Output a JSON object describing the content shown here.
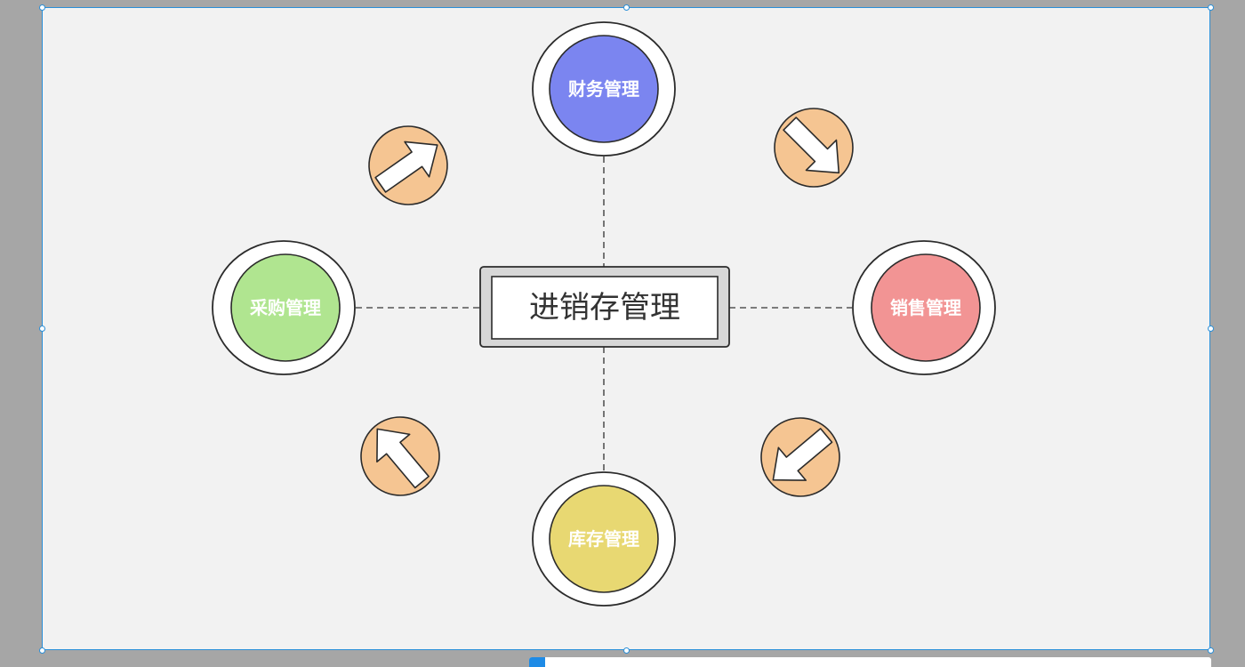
{
  "diagram": {
    "center": {
      "label": "进销存管理"
    },
    "nodes": {
      "finance": {
        "label": "财务管理",
        "color": "#7b85f0"
      },
      "purchase": {
        "label": "采购管理",
        "color": "#b0e590"
      },
      "sales": {
        "label": "销售管理",
        "color": "#f29494"
      },
      "inventory": {
        "label": "库存管理",
        "color": "#e8d872"
      }
    },
    "arrows": [
      {
        "icon": "arrow-up-right-icon",
        "color": "#f5c592"
      },
      {
        "icon": "arrow-down-right-icon",
        "color": "#f5c592"
      },
      {
        "icon": "arrow-down-left-icon",
        "color": "#f5c592"
      },
      {
        "icon": "arrow-up-left-icon",
        "color": "#f5c592"
      }
    ],
    "outline_color": "#2b2b2b",
    "connector_color": "#555555"
  },
  "canvas": {
    "background": "#f2f2f2",
    "selection_color": "#2a8fd8"
  }
}
